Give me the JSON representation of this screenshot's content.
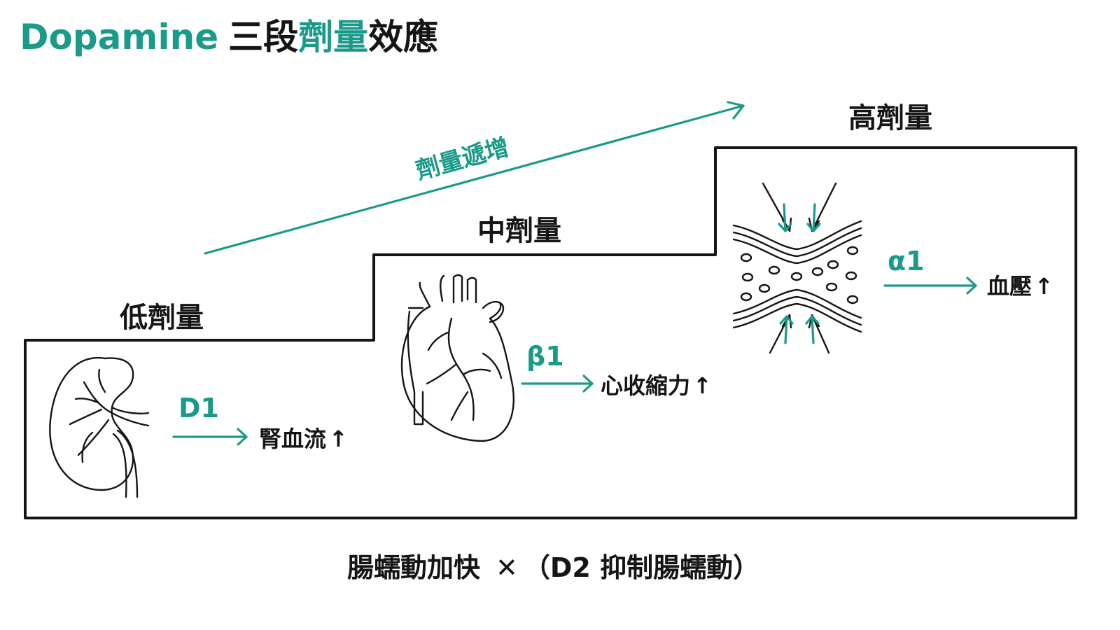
{
  "title": {
    "latin": "Dopamine",
    "part1": "三段",
    "part2": "劑量",
    "part3": "效應",
    "accent_color": "#1a9a88",
    "ink_color": "#151515"
  },
  "trend_label": "劑量遞增",
  "steps": [
    {
      "level": "低劑量",
      "receptor": "D1",
      "effect": "腎血流",
      "trend": "↑",
      "illustration": "kidney-icon"
    },
    {
      "level": "中劑量",
      "receptor": "β1",
      "effect": "心收縮力",
      "trend": "↑",
      "illustration": "heart-icon"
    },
    {
      "level": "高劑量",
      "receptor": "α1",
      "effect": "血壓",
      "trend": "↑",
      "illustration": "vasoconstriction-icon"
    }
  ],
  "footer": {
    "effect": "腸蠕動加快",
    "cross": "✕",
    "note": "（D2 抑制腸蠕動）"
  }
}
